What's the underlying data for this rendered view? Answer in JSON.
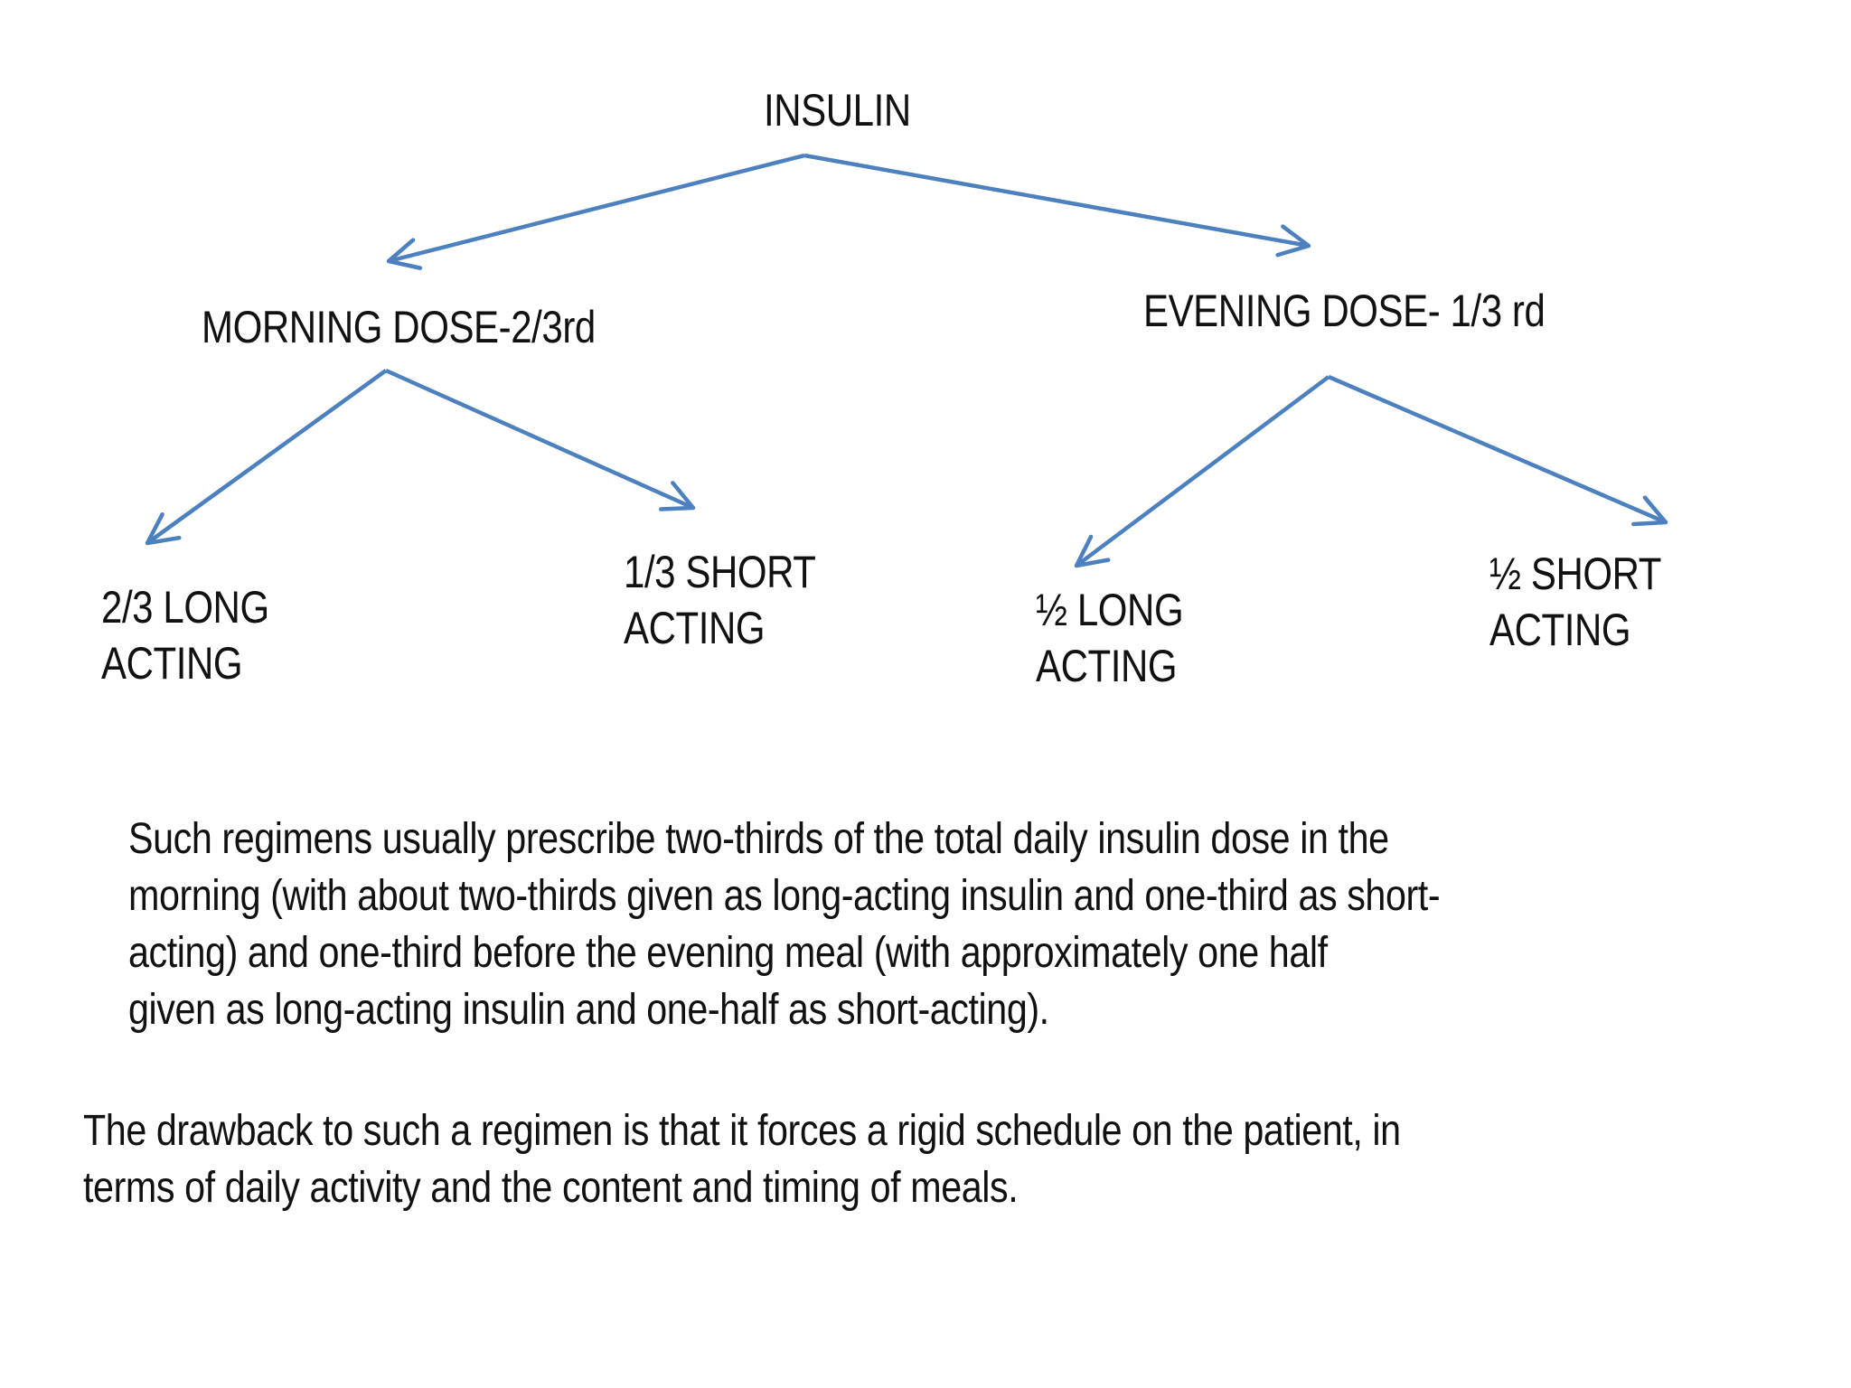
{
  "diagram": {
    "arrow_color": "#4d80bf",
    "root_label": "INSULIN",
    "branches": [
      {
        "label": "MORNING DOSE-2/3rd",
        "children": [
          {
            "line1": "2/3 LONG",
            "line2": "ACTING"
          },
          {
            "line1": "1/3 SHORT",
            "line2": "ACTING"
          }
        ]
      },
      {
        "label": "EVENING DOSE- 1/3 rd",
        "children": [
          {
            "line1": "½ LONG",
            "line2": "ACTING"
          },
          {
            "line1": "½ SHORT",
            "line2": "ACTING"
          }
        ]
      }
    ]
  },
  "paragraphs": [
    {
      "lines": [
        "Such regimens usually prescribe two-thirds of the total daily insulin dose in the",
        "morning (with about two-thirds given as long-acting insulin and one-third as short-",
        "acting) and one-third before the evening meal (with approximately one half",
        "given as long-acting insulin and one-half as short-acting)."
      ]
    },
    {
      "lines": [
        "The drawback to such a regimen is that it forces a rigid schedule on the patient, in",
        "terms of daily activity and the content and timing of meals."
      ]
    }
  ]
}
